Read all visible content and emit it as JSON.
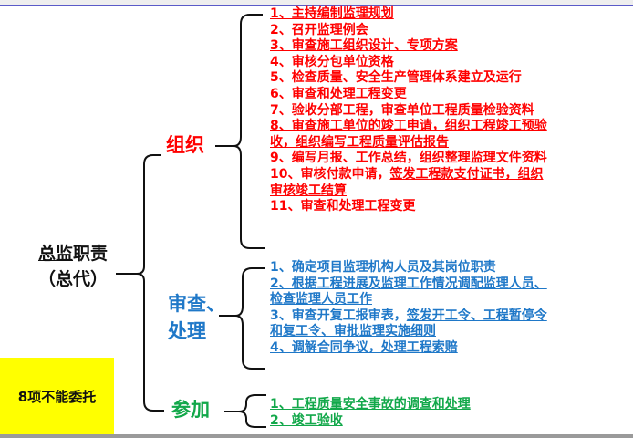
{
  "colors": {
    "org": "#ff0000",
    "review": "#1f78c8",
    "participate": "#12a84a",
    "note_bg": "#ffff00",
    "text": "#111111"
  },
  "root": {
    "part1_underlined": "总监",
    "part2": "职责",
    "line2": "（总代）"
  },
  "categories": {
    "organize": {
      "label": "组织",
      "items": [
        {
          "segments": [
            {
              "text": "1、主持编制监理规划",
              "u": true
            }
          ]
        },
        {
          "segments": [
            {
              "text": "2、召开监理例会",
              "u": false
            }
          ]
        },
        {
          "segments": [
            {
              "text": "3、审查施工组织设计、专项方案",
              "u": true
            }
          ]
        },
        {
          "segments": [
            {
              "text": "4、审核分包单位资格",
              "u": false
            }
          ]
        },
        {
          "segments": [
            {
              "text": "5、检查质量、安全生产管理体系建立及运行",
              "u": false
            }
          ]
        },
        {
          "segments": [
            {
              "text": "6、审查和处理工程变更",
              "u": false
            }
          ]
        },
        {
          "segments": [
            {
              "text": "7、验收分部工程，审查单位工程质量检验资料",
              "u": false
            }
          ]
        },
        {
          "segments": [
            {
              "text": "8、审查施工单位的竣工申请，组织工程竣工预验",
              "u": true
            }
          ]
        },
        {
          "segments": [
            {
              "text": "收，组织编写工程质量评估报告",
              "u": true
            }
          ]
        },
        {
          "segments": [
            {
              "text": "9、编写月报、工作总结，组织整理监理文件资料",
              "u": false
            }
          ]
        },
        {
          "segments": [
            {
              "text": "10、审核付款申请，",
              "u": false
            },
            {
              "text": "签发工程款支付证书，组织",
              "u": true
            }
          ]
        },
        {
          "segments": [
            {
              "text": "审核竣工结算",
              "u": true
            }
          ]
        },
        {
          "segments": [
            {
              "text": "11、审查和处理工程变更",
              "u": false
            }
          ]
        }
      ]
    },
    "review": {
      "label_line1": "审查、",
      "label_line2": "处理",
      "items": [
        {
          "segments": [
            {
              "text": "1、确定项目监理机构人员及其岗位职责",
              "u": false
            }
          ]
        },
        {
          "segments": [
            {
              "text": "2、根据工程进展及监理工作情况调配监理人员、",
              "u": true
            }
          ]
        },
        {
          "segments": [
            {
              "text": "检查监理人员工作",
              "u": true
            }
          ]
        },
        {
          "segments": [
            {
              "text": "3、审查开复工报审表，",
              "u": false
            },
            {
              "text": "签发开工令、工程暂停令",
              "u": true
            }
          ]
        },
        {
          "segments": [
            {
              "text": "和复工令、审批监理实施细则",
              "u": true
            }
          ]
        },
        {
          "segments": [
            {
              "text": "4、调解合同争议，处理工程索赔",
              "u": true
            }
          ]
        }
      ]
    },
    "participate": {
      "label": "参加",
      "items": [
        {
          "segments": [
            {
              "text": "1、工程质量安全事故的调查和处理",
              "u": true
            }
          ]
        },
        {
          "segments": [
            {
              "text": "2、竣工验收",
              "u": true
            }
          ]
        }
      ]
    }
  },
  "note": {
    "text": "8项不能委托"
  }
}
